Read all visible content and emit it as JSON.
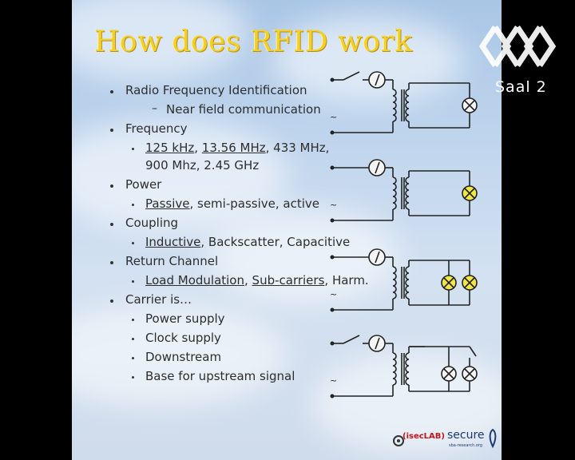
{
  "slide": {
    "title": "How does RFID work",
    "bullets": [
      {
        "text": "Radio Frequency Identification",
        "subs": [
          {
            "parts": [
              {
                "t": "Near field communication",
                "u": false
              }
            ]
          }
        ]
      },
      {
        "text": "Frequency",
        "subs": [
          {
            "parts": [
              {
                "t": "125 kHz",
                "u": true
              },
              {
                "t": ", ",
                "u": false
              },
              {
                "t": "13.56 MHz",
                "u": true
              },
              {
                "t": ", 433 MHz,",
                "u": false
              }
            ]
          },
          {
            "parts": [
              {
                "t": "900 Mhz, 2.45 GHz",
                "u": false
              }
            ]
          }
        ]
      },
      {
        "text": "Power",
        "subs": [
          {
            "parts": [
              {
                "t": "Passive",
                "u": true
              },
              {
                "t": ", semi-passive, active",
                "u": false
              }
            ]
          }
        ]
      },
      {
        "text": "Coupling",
        "subs": [
          {
            "parts": [
              {
                "t": "Inductive",
                "u": true
              },
              {
                "t": ", Backscatter, Capacitive",
                "u": false
              }
            ]
          }
        ]
      },
      {
        "text": "Return Channel",
        "subs": [
          {
            "parts": [
              {
                "t": "Load Modulation",
                "u": true
              },
              {
                "t": ", ",
                "u": false
              },
              {
                "t": "Sub-carriers",
                "u": true
              },
              {
                "t": ", Harm.",
                "u": false
              }
            ]
          }
        ]
      },
      {
        "text": "Carrier is…",
        "subs": [
          {
            "parts": [
              {
                "t": "Power supply",
                "u": false
              }
            ]
          },
          {
            "parts": [
              {
                "t": "Clock supply",
                "u": false
              }
            ]
          },
          {
            "parts": [
              {
                "t": "Downstream",
                "u": false
              }
            ]
          },
          {
            "parts": [
              {
                "t": "Base for upstream signal",
                "u": false
              }
            ]
          }
        ]
      }
    ]
  },
  "overlay": {
    "room_label": "Saal 2",
    "logo_icon": "ccc-logo-icon"
  },
  "footer": {
    "iseclab": "(isecLAB)",
    "secure": "secure",
    "secure_sub": "sba-research.org"
  },
  "colors": {
    "title": "#f2cf2a",
    "lamp_on": "#f2e64a",
    "wire": "#222222"
  },
  "circuits": {
    "ac_symbol": "~",
    "rows": [
      {
        "switch": true,
        "lamps": [
          "off"
        ]
      },
      {
        "switch": false,
        "lamps": [
          "on"
        ]
      },
      {
        "switch": false,
        "lamps": [
          "on",
          "on"
        ]
      },
      {
        "switch": true,
        "lamps": [
          "off",
          "off"
        ],
        "lamp_switch": true
      }
    ]
  }
}
